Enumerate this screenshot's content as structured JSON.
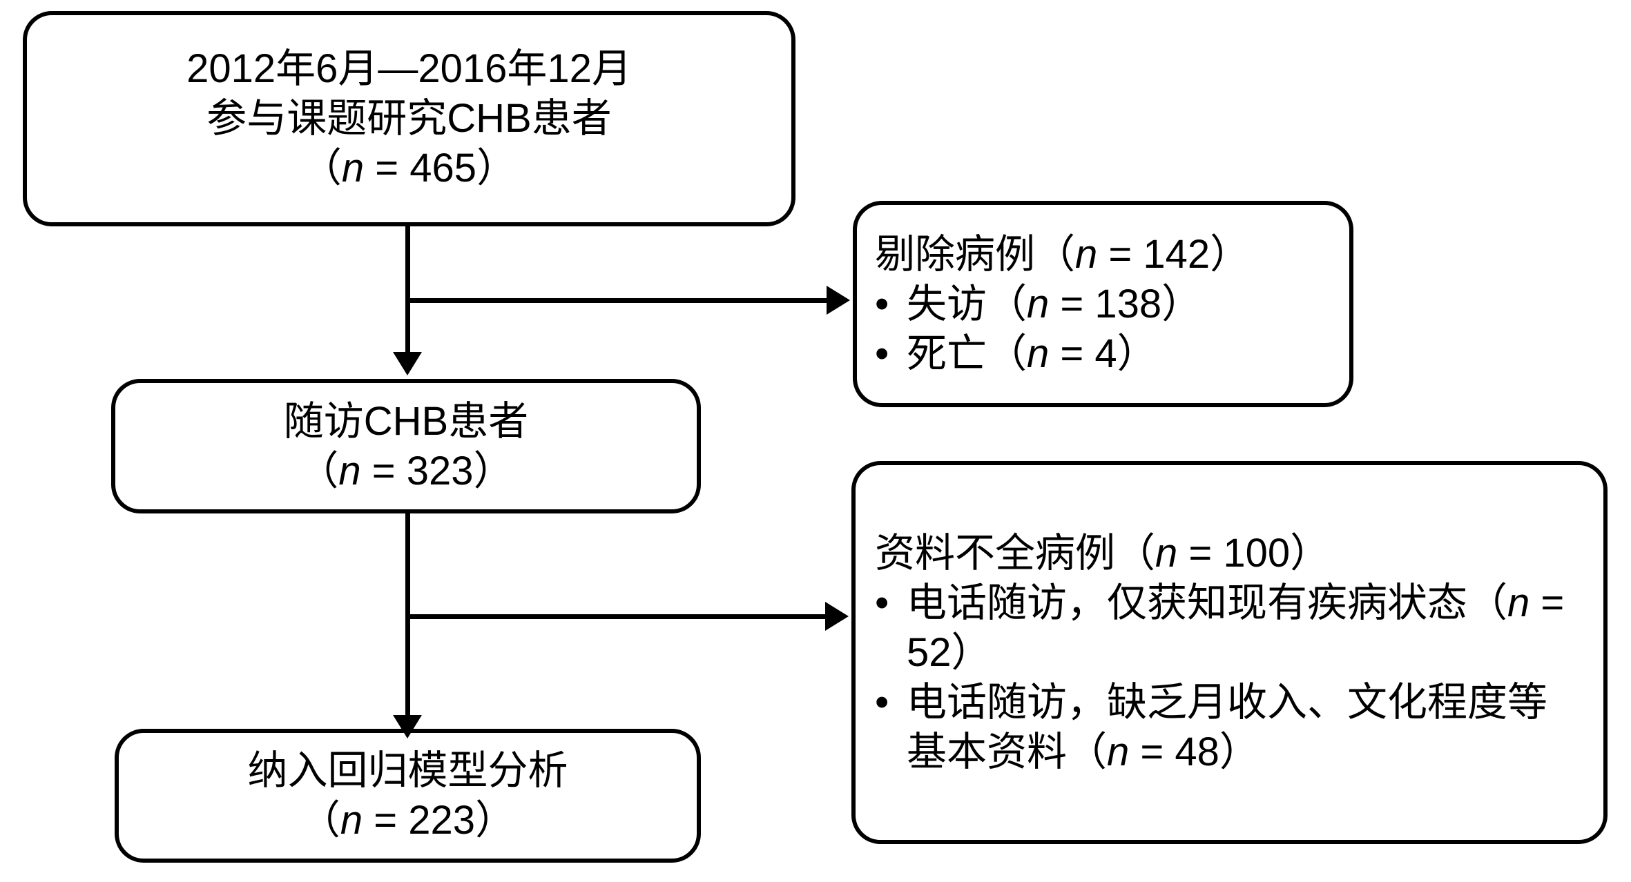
{
  "diagram": {
    "title": "CHB patient follow-up study flow diagram",
    "type": "flowchart",
    "stroke_color": "#000000",
    "background_color": "#ffffff"
  },
  "nodes": {
    "enrolled": {
      "id": "enrolled",
      "lines": [
        "2012年6月—2016年12月",
        "参与课题研究CHB患者",
        "（n = 465）"
      ],
      "line1": "2012年6月—2016年12月",
      "line2": "参与课题研究CHB患者",
      "count_prefix": "（",
      "count_var": "n",
      "count_value": " = 465",
      "count_suffix": "）",
      "n": 465
    },
    "followed": {
      "id": "followed",
      "line1": "随访CHB患者",
      "count_prefix": "（",
      "count_var": "n",
      "count_value": " = 323",
      "count_suffix": "）",
      "n": 323
    },
    "analyzed": {
      "id": "analyzed",
      "line1": "纳入回归模型分析",
      "count_prefix": "（",
      "count_var": "n",
      "count_value": " = 223",
      "count_suffix": "）",
      "n": 223
    },
    "excluded": {
      "id": "excluded",
      "heading_text": "剔除病例（",
      "heading_var": "n",
      "heading_value": " = 142",
      "heading_suffix": "）",
      "n": 142,
      "bullets": [
        {
          "marker": "•",
          "text": "失访（",
          "var": "n",
          "value": " = 138",
          "suffix": "）",
          "n": 138
        },
        {
          "marker": "•",
          "text": "死亡（",
          "var": "n",
          "value": " = 4",
          "suffix": "）",
          "n": 4
        }
      ]
    },
    "incomplete": {
      "id": "incomplete",
      "heading_text": "资料不全病例（",
      "heading_var": "n",
      "heading_value": " = 100",
      "heading_suffix": "）",
      "n": 100,
      "bullets": [
        {
          "marker": "•",
          "text": "电话随访，仅获知现有疾病状态（",
          "var": "n",
          "value": " = 52",
          "suffix": "）",
          "n": 52
        },
        {
          "marker": "•",
          "text": "电话随访，缺乏月收入、文化程度等基本资料（",
          "var": "n",
          "value": " = 48",
          "suffix": "）",
          "n": 48
        }
      ]
    }
  },
  "edges": [
    {
      "id": "enrolled-to-followed",
      "from": "enrolled",
      "to": "followed",
      "direction": "down"
    },
    {
      "id": "enrolled-to-excluded",
      "from": "enrolled",
      "to": "excluded",
      "direction": "right"
    },
    {
      "id": "followed-to-analyzed",
      "from": "followed",
      "to": "analyzed",
      "direction": "down"
    },
    {
      "id": "followed-to-incomplete",
      "from": "followed",
      "to": "incomplete",
      "direction": "right"
    }
  ]
}
